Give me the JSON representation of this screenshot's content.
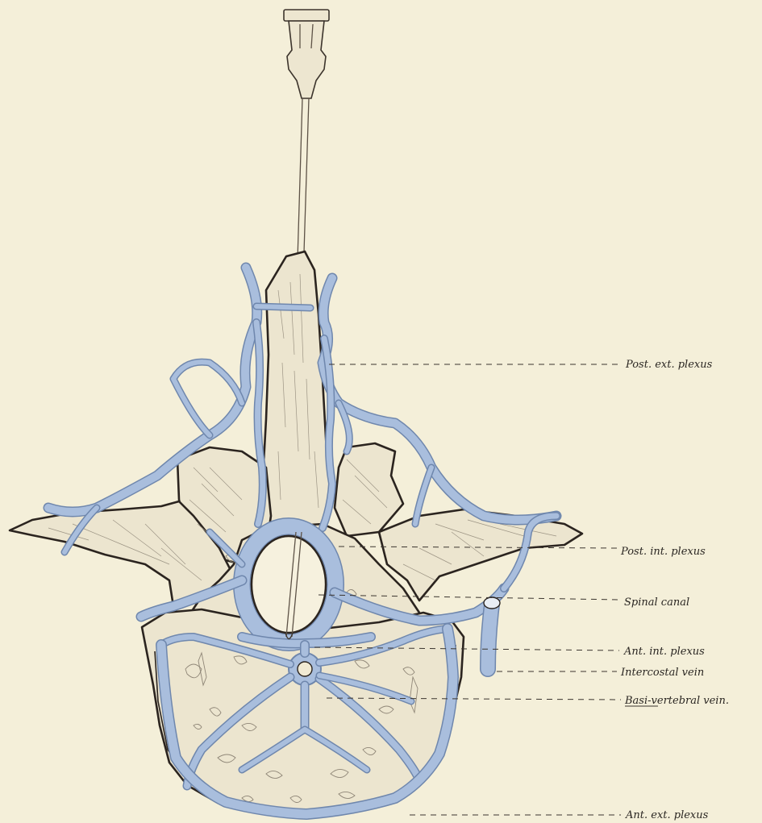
{
  "labels": {
    "post_ext_plexus": "Post. ext. plexus",
    "post_int_plexus": "Post. int. plexus",
    "spinal_canal": "Spinal canal",
    "ant_int_plexus": "Ant. int. plexus",
    "intercostal_vein": "Intercostal vein",
    "basi_vertebral_vein": "Basi-vertebral vein.",
    "ant_ext_plexus": "Ant. ext. plexus"
  },
  "colors": {
    "paper": "#f4efd9",
    "bone": "#ece5cf",
    "vein": "#a9bedd",
    "ink": "#2b241f"
  }
}
